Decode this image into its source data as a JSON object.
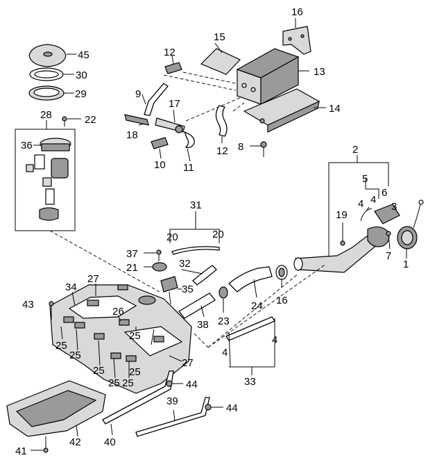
{
  "labels": {
    "l1": "1",
    "l2": "2",
    "l3": "3",
    "l4a": "4",
    "l4b": "4",
    "l4c": "4",
    "l4d": "4",
    "l5": "5",
    "l6": "6",
    "l7": "7",
    "l8": "8",
    "l9": "9",
    "l10": "10",
    "l11": "11",
    "l12a": "12",
    "l12b": "12",
    "l13": "13",
    "l14": "14",
    "l15": "15",
    "l16a": "16",
    "l16b": "16",
    "l17": "17",
    "l18": "18",
    "l19": "19",
    "l20a": "20",
    "l20b": "20",
    "l21": "21",
    "l22": "22",
    "l23": "23",
    "l24": "24",
    "l25a": "25",
    "l25b": "25",
    "l25c": "25",
    "l25d": "25",
    "l25e": "25",
    "l25f": "25",
    "l25g": "25",
    "l26": "26",
    "l27a": "27",
    "l27b": "27",
    "l28": "28",
    "l29": "29",
    "l30": "30",
    "l31": "31",
    "l32": "32",
    "l33": "33",
    "l34": "34",
    "l35": "35",
    "l36": "36",
    "l37": "37",
    "l38": "38",
    "l39": "39",
    "l40": "40",
    "l41": "41",
    "l42": "42",
    "l43": "43",
    "l44a": "44",
    "l44b": "44",
    "l45": "45"
  }
}
